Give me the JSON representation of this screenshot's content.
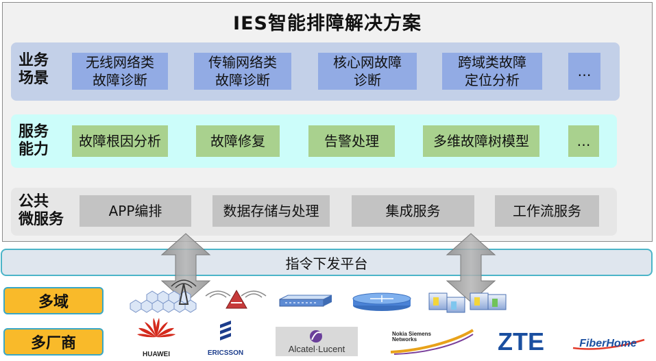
{
  "title": "IES智能排障解决方案",
  "business": {
    "label_line1": "业务",
    "label_line2": "场景",
    "items": [
      {
        "line1": "无线网络类",
        "line2": "故障诊断"
      },
      {
        "line1": "传输网络类",
        "line2": "故障诊断"
      },
      {
        "line1": "核心网故障",
        "line2": "诊断"
      },
      {
        "line1": "跨域类故障",
        "line2": "定位分析"
      },
      {
        "line1": "…",
        "line2": ""
      }
    ]
  },
  "service": {
    "label_line1": "服务",
    "label_line2": "能力",
    "items": [
      "故障根因分析",
      "故障修复",
      "告警处理",
      "多维故障树模型",
      "…"
    ]
  },
  "public": {
    "label_line1": "公共",
    "label_line2": "微服务",
    "items": [
      "APP编排",
      "数据存储与处理",
      "集成服务",
      "工作流服务"
    ]
  },
  "command_platform": "指令下发平台",
  "multi_domain": "多域",
  "multi_vendor": "多厂商",
  "vendors": {
    "huawei": "HUAWEI",
    "ericsson": "ERICSSON",
    "alcatel": "Alcatel·Lucent",
    "nsn_line1": "Nokia Siemens",
    "nsn_line2": "Networks",
    "zte": "ZTE",
    "fiberhome": "FiberHome"
  },
  "colors": {
    "business_band": "#c3d0e8",
    "business_box": "#92abe4",
    "service_band": "#ccfdfa",
    "service_box": "#a9d18e",
    "public_box": "#c3c3c3",
    "tag": "#f9ba2a",
    "tag_border": "#39a7c6"
  }
}
